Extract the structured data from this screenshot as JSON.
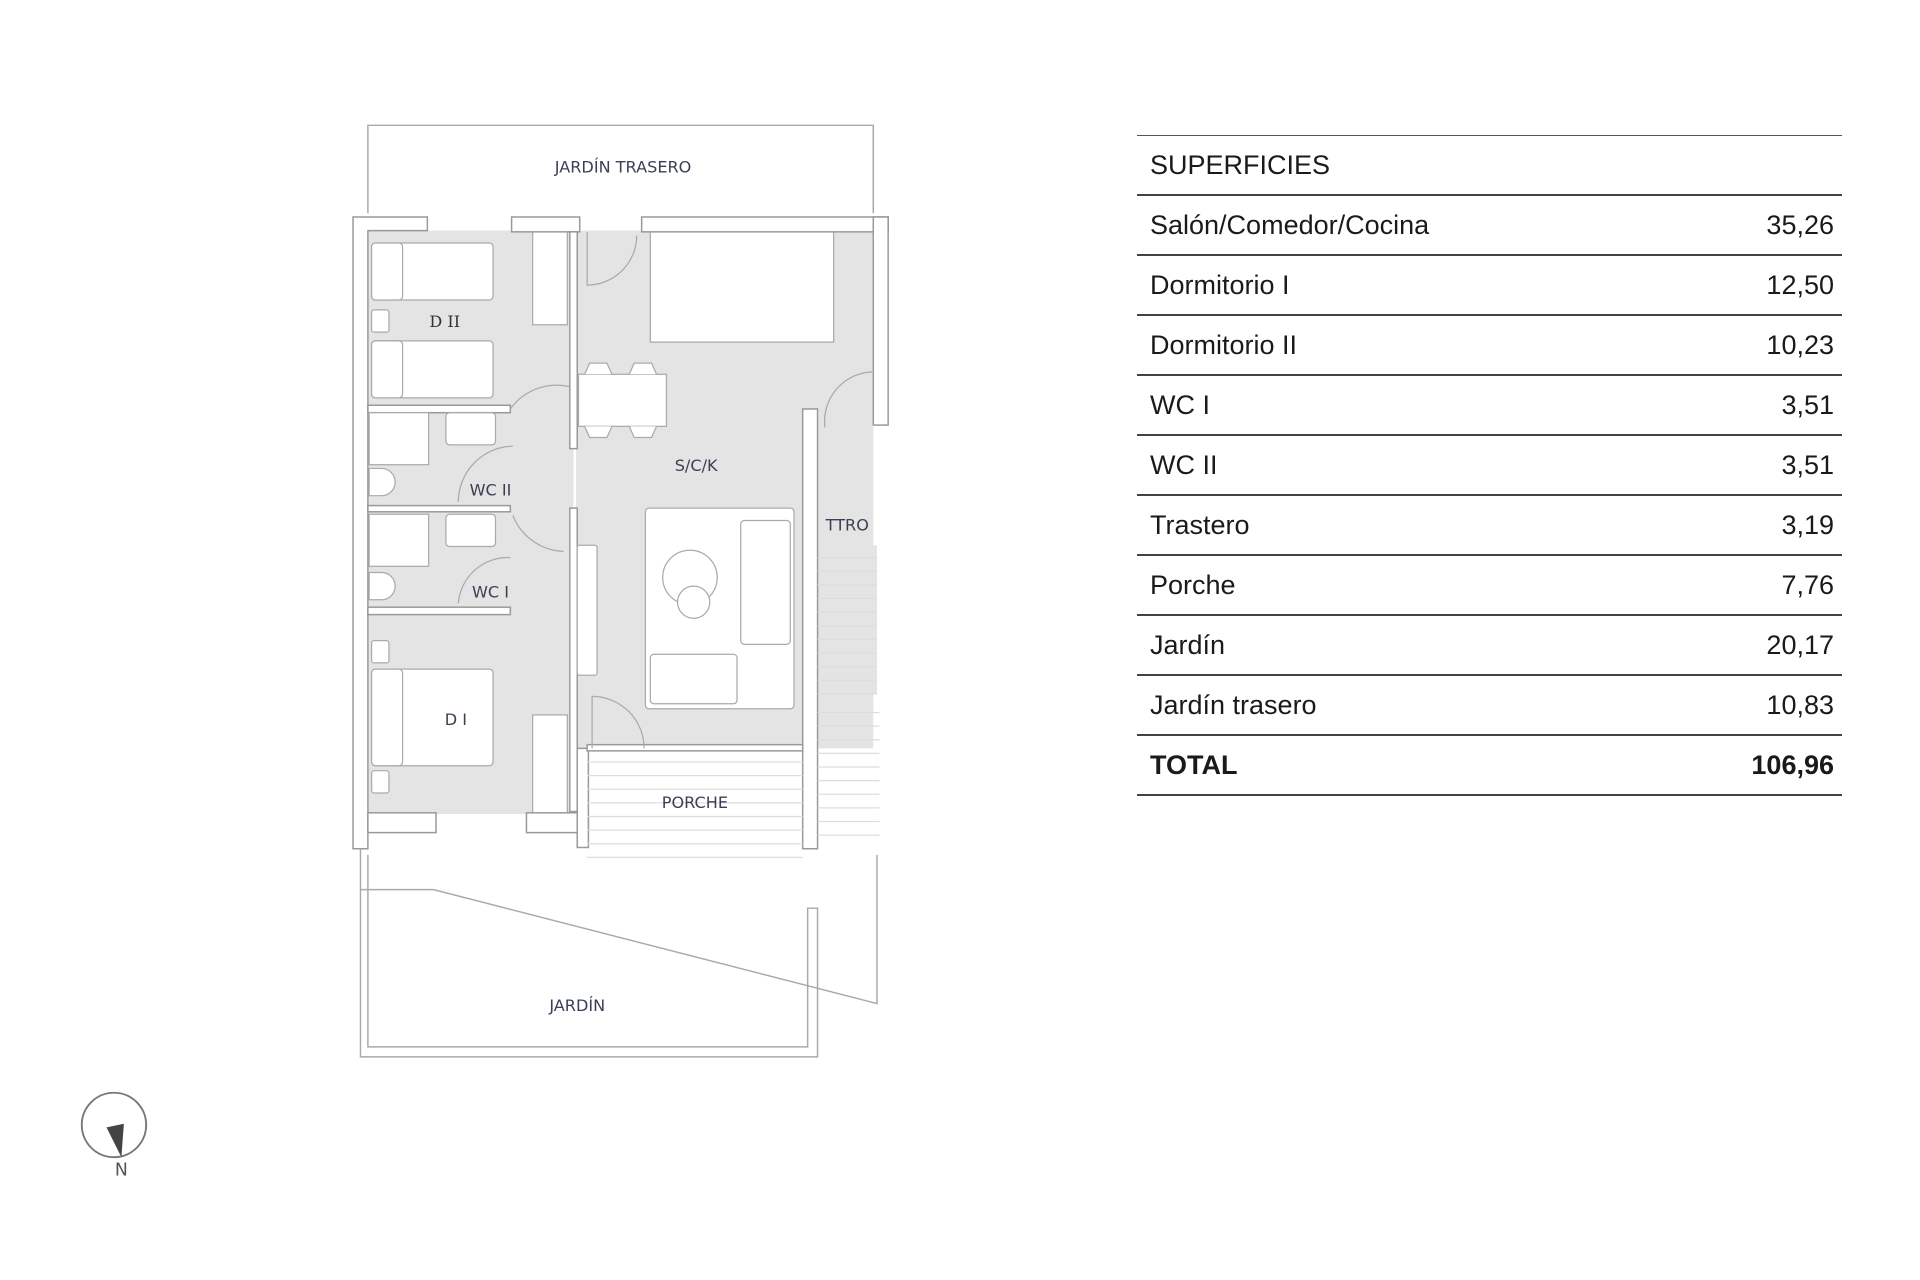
{
  "plan": {
    "labels": {
      "jardin_trasero": "JARDÍN TRASERO",
      "d2": "D II",
      "wc2": "WC II",
      "wc1": "WC I",
      "d1": "D I",
      "sck": "S/C/K",
      "ttro": "TTRO",
      "porche": "PORCHE",
      "jardin": "JARDÍN"
    },
    "compass": {
      "label": "N"
    }
  },
  "table": {
    "header": "SUPERFICIES",
    "rows": [
      {
        "label": "Salón/Comedor/Cocina",
        "value": "35,26"
      },
      {
        "label": "Dormitorio I",
        "value": "12,50"
      },
      {
        "label": "Dormitorio II",
        "value": "10,23"
      },
      {
        "label": "WC I",
        "value": "3,51"
      },
      {
        "label": "WC II",
        "value": "3,51"
      },
      {
        "label": "Trastero",
        "value": "3,19"
      },
      {
        "label": "Porche",
        "value": "7,76"
      },
      {
        "label": "Jardín",
        "value": "20,17"
      },
      {
        "label": "Jardín trasero",
        "value": "10,83"
      }
    ],
    "total": {
      "label": "TOTAL",
      "value": "106,96"
    }
  },
  "colors": {
    "floor": "#e4e4e4",
    "wall": "#999999",
    "text": "#3a3f55"
  }
}
